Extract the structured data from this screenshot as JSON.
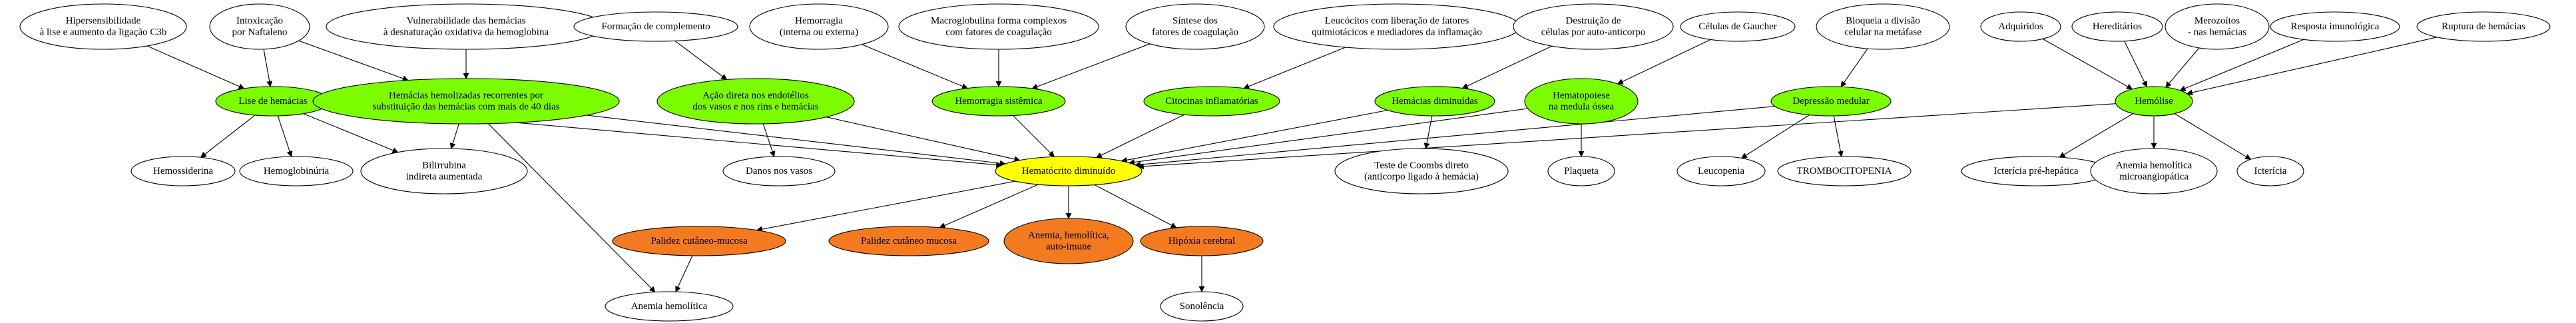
{
  "colors": {
    "primary": "#7CFC00",
    "center": "#FFFF00",
    "consequence": "#F47A20",
    "neutral": "#FFFFFF",
    "stroke": "#000000"
  },
  "nodes": [
    {
      "id": "hipersens",
      "type": "neutral",
      "lines": [
        "Hipersensibilidade",
        "à lise e aumento da ligação C3b"
      ]
    },
    {
      "id": "intox",
      "type": "neutral",
      "lines": [
        "Intoxicação",
        "por Naftaleno"
      ]
    },
    {
      "id": "vulner",
      "type": "neutral",
      "lines": [
        "Vulnerabilidade das hemácias",
        "à desnaturação oxidativa da hemoglobina"
      ]
    },
    {
      "id": "complemento",
      "type": "neutral",
      "lines": [
        "Formação de complemento"
      ]
    },
    {
      "id": "hemorragia",
      "type": "neutral",
      "lines": [
        "Hemorragia",
        "(interna ou externa)"
      ]
    },
    {
      "id": "macro",
      "type": "neutral",
      "lines": [
        "Macroglobulina forma complexos",
        "com fatores de coagulação"
      ]
    },
    {
      "id": "sintese",
      "type": "neutral",
      "lines": [
        "Síntese dos",
        "fatores de coagulação"
      ]
    },
    {
      "id": "leucocitos",
      "type": "neutral",
      "lines": [
        "Leucócitos com liberação de fatores",
        "quimiotácicos e mediadores da inflamação"
      ]
    },
    {
      "id": "destruicao",
      "type": "neutral",
      "lines": [
        "Destruição de",
        "células por auto-anticorpo"
      ]
    },
    {
      "id": "gaucher",
      "type": "neutral",
      "lines": [
        "Células de Gaucher"
      ]
    },
    {
      "id": "bloqueia",
      "type": "neutral",
      "lines": [
        "Bloqueia a divisão",
        "celular na metáfase"
      ]
    },
    {
      "id": "adquiridos",
      "type": "neutral",
      "lines": [
        "Adquiridos"
      ]
    },
    {
      "id": "hereditarios",
      "type": "neutral",
      "lines": [
        "Hereditários"
      ]
    },
    {
      "id": "merozoitos",
      "type": "neutral",
      "lines": [
        "Merozoítos",
        "- nas hemácias"
      ]
    },
    {
      "id": "resposta",
      "type": "neutral",
      "lines": [
        "Resposta imunológica"
      ]
    },
    {
      "id": "ruptura",
      "type": "neutral",
      "lines": [
        "Ruptura de hemácias"
      ]
    },
    {
      "id": "lise",
      "type": "primary",
      "lines": [
        "Lise de hemácias"
      ]
    },
    {
      "id": "hemolizadas",
      "type": "primary",
      "lines": [
        "Hemácias hemolizadas recorrentes por",
        "substituição das hemácias com mais de 40 dias"
      ]
    },
    {
      "id": "acao",
      "type": "primary",
      "lines": [
        "Ação direta nos endotélios",
        "dos vasos e nos rins e hemácias"
      ]
    },
    {
      "id": "hemsist",
      "type": "primary",
      "lines": [
        "Hemorragia sistêmica"
      ]
    },
    {
      "id": "citocinas",
      "type": "primary",
      "lines": [
        "Citocinas inflamatórias"
      ]
    },
    {
      "id": "hemdim",
      "type": "primary",
      "lines": [
        "Hemácias diminuídas"
      ]
    },
    {
      "id": "hematopoiese",
      "type": "primary",
      "lines": [
        "Hematopoiese",
        "na medula óssea"
      ]
    },
    {
      "id": "depressao",
      "type": "primary",
      "lines": [
        "Depressão medular"
      ]
    },
    {
      "id": "hemolise",
      "type": "primary",
      "lines": [
        "Hemólise"
      ]
    },
    {
      "id": "hemossiderina",
      "type": "neutral",
      "lines": [
        "Hemossiderina"
      ]
    },
    {
      "id": "hemoglobinuria",
      "type": "neutral",
      "lines": [
        "Hemoglobinúria"
      ]
    },
    {
      "id": "bilirrubina",
      "type": "neutral",
      "lines": [
        "Bilirrubina",
        "indireta aumentada"
      ]
    },
    {
      "id": "danos",
      "type": "neutral",
      "lines": [
        "Danos nos vasos"
      ]
    },
    {
      "id": "hematocrito",
      "type": "center",
      "lines": [
        "Hematócrito diminuído"
      ]
    },
    {
      "id": "coombs",
      "type": "neutral",
      "lines": [
        "Teste de Coombs direto",
        "(anticorpo ligado à hemácia)"
      ]
    },
    {
      "id": "plaqueta",
      "type": "neutral",
      "lines": [
        "Plaqueta"
      ]
    },
    {
      "id": "leucopenia",
      "type": "neutral",
      "lines": [
        "Leucopenia"
      ]
    },
    {
      "id": "tromb",
      "type": "neutral",
      "lines": [
        "TROMBOCITOPENIA"
      ]
    },
    {
      "id": "ictphep",
      "type": "neutral",
      "lines": [
        "Icterícia pré-hepática"
      ]
    },
    {
      "id": "anemiamicro",
      "type": "neutral",
      "lines": [
        "Anemia hemolítica",
        "microangiopática"
      ]
    },
    {
      "id": "ictericia",
      "type": "neutral",
      "lines": [
        "Icterícia"
      ]
    },
    {
      "id": "palidez1",
      "type": "consequence",
      "lines": [
        "Palidez cutâneo-mucosa"
      ]
    },
    {
      "id": "palidez2",
      "type": "consequence",
      "lines": [
        "Palidez cutâneo mucosa"
      ]
    },
    {
      "id": "anemiaauto",
      "type": "consequence",
      "lines": [
        "Anemia, hemolítica,",
        "auto-imune"
      ]
    },
    {
      "id": "hipoxia",
      "type": "consequence",
      "lines": [
        "Hipóxia cerebral"
      ]
    },
    {
      "id": "anemiahem",
      "type": "neutral",
      "lines": [
        "Anemia hemolítica"
      ]
    },
    {
      "id": "sonolencia",
      "type": "neutral",
      "lines": [
        "Sonolência"
      ]
    }
  ],
  "edges": [
    {
      "from": "hipersens",
      "to": "lise"
    },
    {
      "from": "intox",
      "to": "lise"
    },
    {
      "from": "vulner",
      "to": "hemolizadas"
    },
    {
      "from": "intox",
      "to": "hemolizadas"
    },
    {
      "from": "complemento",
      "to": "acao"
    },
    {
      "from": "hemorragia",
      "to": "hemsist"
    },
    {
      "from": "macro",
      "to": "hemsist"
    },
    {
      "from": "sintese",
      "to": "hemsist"
    },
    {
      "from": "leucocitos",
      "to": "citocinas"
    },
    {
      "from": "destruicao",
      "to": "hemdim"
    },
    {
      "from": "gaucher",
      "to": "hematopoiese"
    },
    {
      "from": "bloqueia",
      "to": "depressao"
    },
    {
      "from": "adquiridos",
      "to": "hemolise"
    },
    {
      "from": "hereditarios",
      "to": "hemolise"
    },
    {
      "from": "merozoitos",
      "to": "hemolise"
    },
    {
      "from": "resposta",
      "to": "hemolise"
    },
    {
      "from": "ruptura",
      "to": "hemolise"
    },
    {
      "from": "lise",
      "to": "hemossiderina"
    },
    {
      "from": "lise",
      "to": "hemoglobinuria"
    },
    {
      "from": "lise",
      "to": "bilirrubina"
    },
    {
      "from": "lise",
      "to": "hematocrito"
    },
    {
      "from": "hemolizadas",
      "to": "bilirrubina"
    },
    {
      "from": "hemolizadas",
      "to": "anemiahem"
    },
    {
      "from": "hemolizadas",
      "to": "hematocrito"
    },
    {
      "from": "acao",
      "to": "danos"
    },
    {
      "from": "acao",
      "to": "hematocrito"
    },
    {
      "from": "hemsist",
      "to": "hematocrito"
    },
    {
      "from": "citocinas",
      "to": "hematocrito"
    },
    {
      "from": "hemdim",
      "to": "hematocrito"
    },
    {
      "from": "hemdim",
      "to": "coombs"
    },
    {
      "from": "hematopoiese",
      "to": "hematocrito"
    },
    {
      "from": "hematopoiese",
      "to": "plaqueta"
    },
    {
      "from": "depressao",
      "to": "hematocrito"
    },
    {
      "from": "depressao",
      "to": "leucopenia"
    },
    {
      "from": "depressao",
      "to": "tromb"
    },
    {
      "from": "hemolise",
      "to": "hematocrito"
    },
    {
      "from": "hemolise",
      "to": "ictphep"
    },
    {
      "from": "hemolise",
      "to": "anemiamicro"
    },
    {
      "from": "hemolise",
      "to": "ictericia"
    },
    {
      "from": "hematocrito",
      "to": "palidez1"
    },
    {
      "from": "hematocrito",
      "to": "palidez2"
    },
    {
      "from": "hematocrito",
      "to": "anemiaauto"
    },
    {
      "from": "hematocrito",
      "to": "hipoxia"
    },
    {
      "from": "palidez1",
      "to": "anemiahem"
    },
    {
      "from": "hipoxia",
      "to": "sonolencia"
    }
  ]
}
